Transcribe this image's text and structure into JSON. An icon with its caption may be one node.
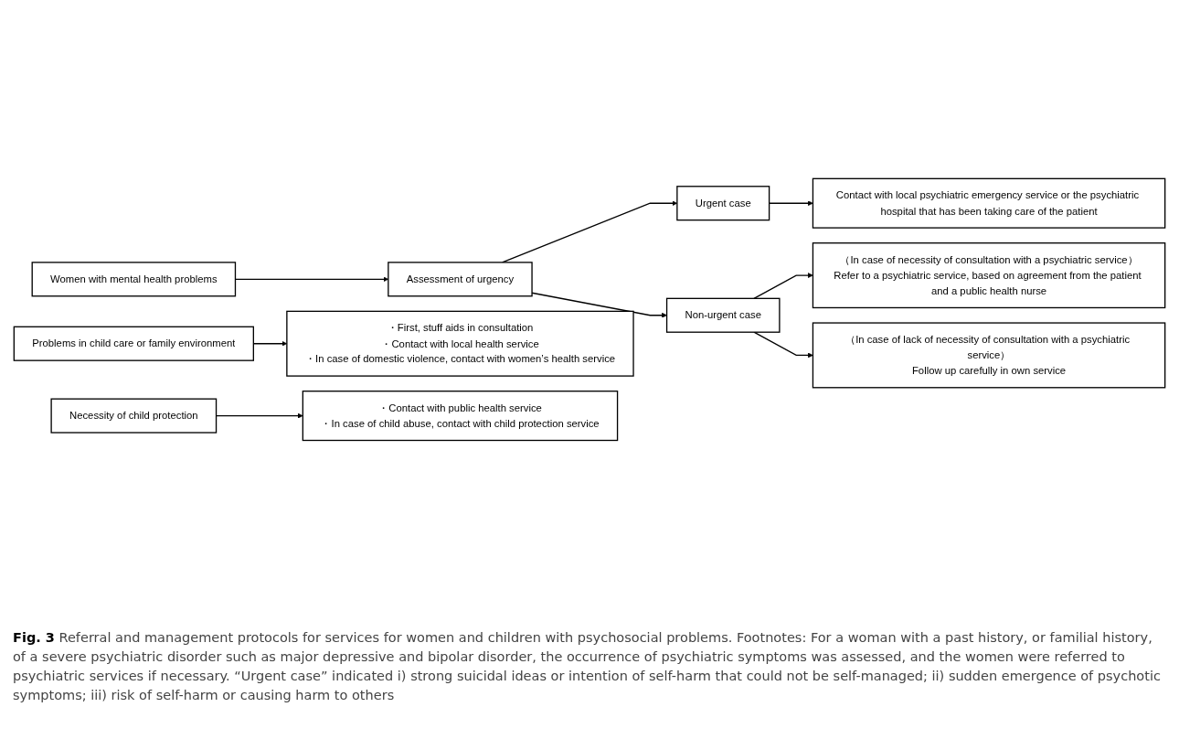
{
  "diagram": {
    "caption": "**Fig. 3** Referral and management protocols for services for women and children with psychosocial problems. Footnotes: For a woman with a past history, or familial history, of a severe psychiatric disorder such as major depressive and bipolar disorder, the occurrence of psychiatric symptoms was assessed, and the women were referred to psychiatric services if necessary. “Urgent case” indicated i) strong suicidal ideas or intention of self-harm that could not be self-managed; ii) sudden emergence of psychotic symptoms; iii) risk of self-harm or causing harm to others",
    "nodes": [
      {
        "text": [
          "Women with mental health problems"
        ]
      },
      {
        "text": [
          "Assessment of urgency"
        ]
      },
      {
        "text": [
          "Urgent case"
        ]
      },
      {
        "text": [
          "Contact with local psychiatric emergency service or the psychiatric hospital that has been taking care of the patient"
        ]
      },
      {
        "text": [
          "Non-urgent case"
        ]
      },
      {
        "text": [
          "（In case of necessity of consultation with a psychiatric service）",
          "Refer to a psychiatric service, based on agreement from the patient and a public health nurse"
        ]
      },
      {
        "text": [
          "（In case of lack of necessity of consultation with a psychiatric service）",
          "Follow up carefully in own service"
        ]
      },
      {
        "text": [
          "Problems in child care or family environment"
        ]
      },
      {
        "text": [
          "・First, stuff aids in consultation",
          "・Contact with local health service",
          "・In case of domestic violence, contact with women’s health service"
        ]
      },
      {
        "text": [
          "Necessity of child protection"
        ]
      },
      {
        "text": [
          "・Contact with public health service",
          "・In case of child abuse, contact with child protection service"
        ]
      }
    ],
    "edges": [
      {
        "from": 0,
        "to": 1,
        "arrow": "to"
      },
      {
        "from": 1,
        "to": 2,
        "arrow": "to"
      },
      {
        "from": 1,
        "to": 4,
        "arrow": "to"
      },
      {
        "from": 2,
        "to": 3,
        "arrow": "to"
      },
      {
        "from": 4,
        "to": 5,
        "arrow": "to"
      },
      {
        "from": 4,
        "to": 6,
        "arrow": "to"
      },
      {
        "from": 7,
        "to": 8,
        "arrow": "to"
      },
      {
        "from": 9,
        "to": 10,
        "arrow": "to"
      }
    ]
  }
}
